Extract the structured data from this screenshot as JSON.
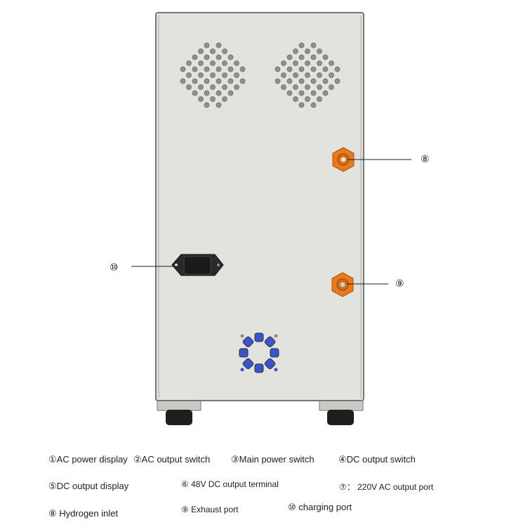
{
  "callouts": {
    "hydrogen_inlet": "⑧",
    "exhaust_port": "⑨",
    "charging_port": "⑩"
  },
  "legend": [
    "①AC power display",
    "②AC output switch",
    "③Main power switch",
    "④DC output switch",
    "⑤DC output display",
    "⑥ 48V DC output terminal",
    "⑦： 220V AC output port",
    "⑧ Hydrogen inlet",
    "⑨ Exhaust port",
    "⑩ charging port"
  ],
  "colors": {
    "panel": "#e3e3dd",
    "connector_orange": "#e87a1c",
    "fan_blue": "#3a55c8"
  }
}
